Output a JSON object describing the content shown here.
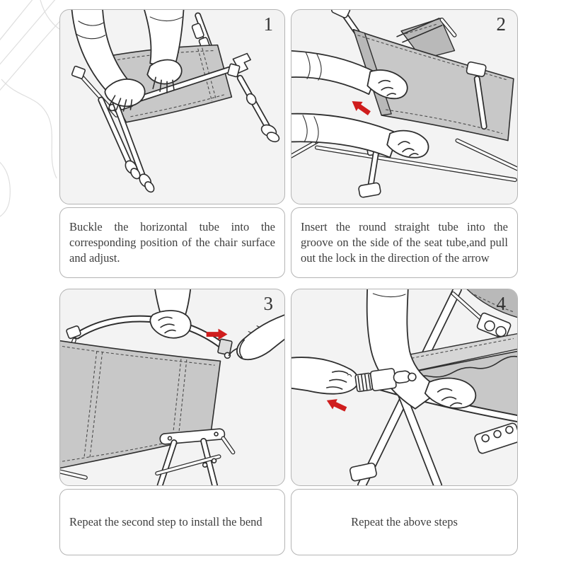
{
  "document": {
    "type": "assembly-instructions",
    "subject": "folding camp chair"
  },
  "panels": [
    {
      "number": "1",
      "caption": "Buckle the horizontal tube into the corresponding position of the chair surface and adjust.",
      "alt": "hands buckling the horizontal tube onto the folded chair frame"
    },
    {
      "number": "2",
      "caption": "Insert the round straight tube into the groove on the side of the seat tube,and pull out the lock in the direction of the arrow",
      "alt": "hands inserting the round straight tube into the seat-side groove, red arrow shows pull direction"
    },
    {
      "number": "3",
      "caption": "Repeat the second step to install the bend",
      "alt": "hand holding the bent backrest tube over the chair back, red arrow pointing right"
    },
    {
      "number": "4",
      "caption": "Repeat the above steps",
      "alt": "hands locking the buckle under the seat edge, red arrow pointing left"
    }
  ],
  "colors": {
    "accent_red": "#cf1d1d",
    "fabric_gray": "#c8c8c8",
    "panel_background": "#f3f3f3",
    "panel_border": "#b4b4b4",
    "text": "#3e3e3e"
  }
}
